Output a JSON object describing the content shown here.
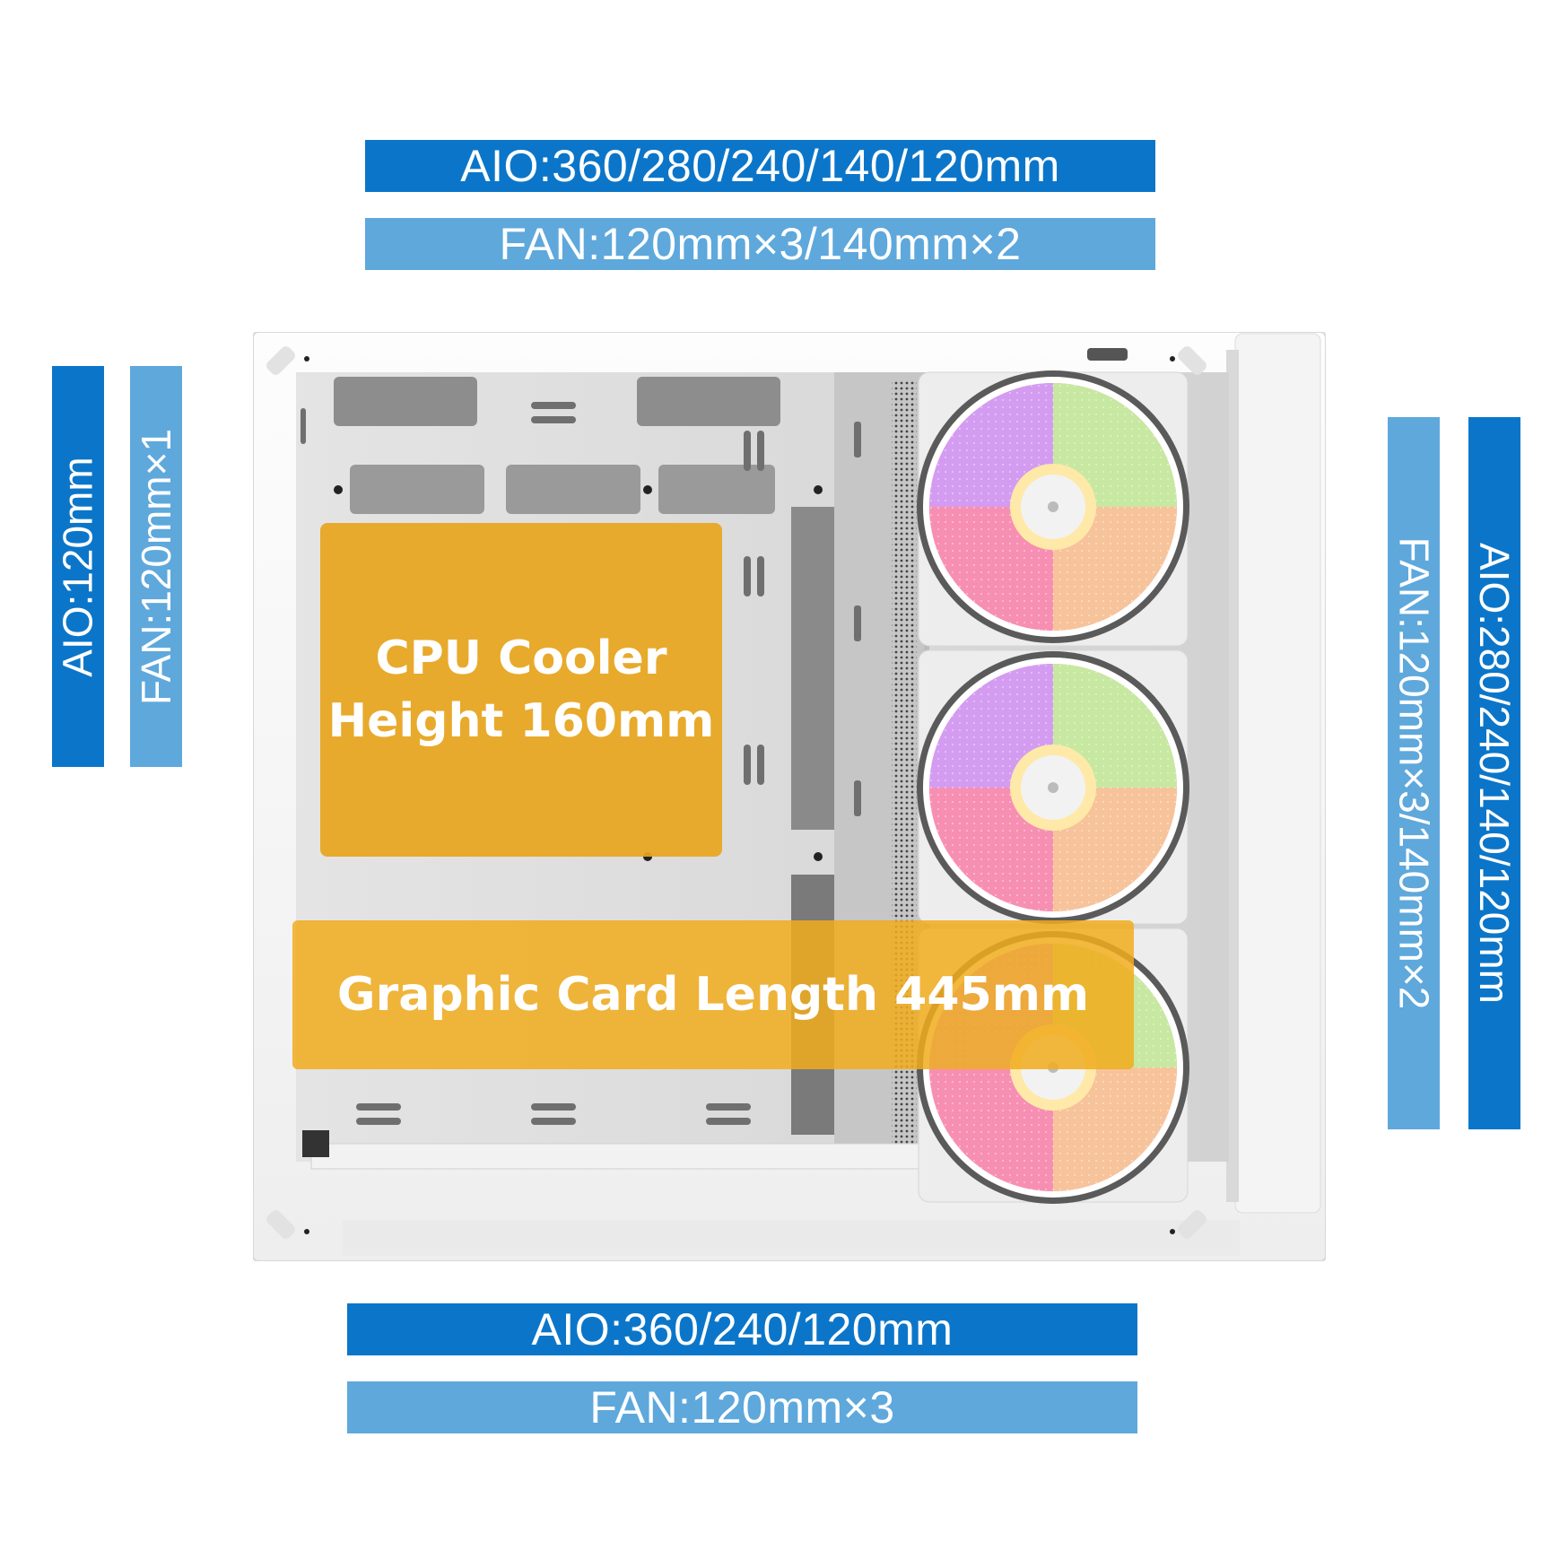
{
  "top": {
    "aio": "AIO:360/280/240/140/120mm",
    "fan": "FAN:120mm×3/140mm×2"
  },
  "left": {
    "aio": "AIO:120mm",
    "fan": "FAN:120mm×1"
  },
  "right": {
    "fan": "FAN:120mm×3/140mm×2",
    "aio": "AIO:280/240/140/120mm"
  },
  "bottom": {
    "aio": "AIO:360/240/120mm",
    "fan": "FAN:120mm×3"
  },
  "cpu_cooler": {
    "line1": "CPU Cooler",
    "line2": "Height 160mm"
  },
  "graphics_card": {
    "label": "Graphic Card Length 445mm"
  },
  "colors": {
    "banner_dark": "#0b76c9",
    "banner_light": "#5ea8dc",
    "overlay_orange": "#e8a61e",
    "case_white": "#f7f7f7"
  }
}
